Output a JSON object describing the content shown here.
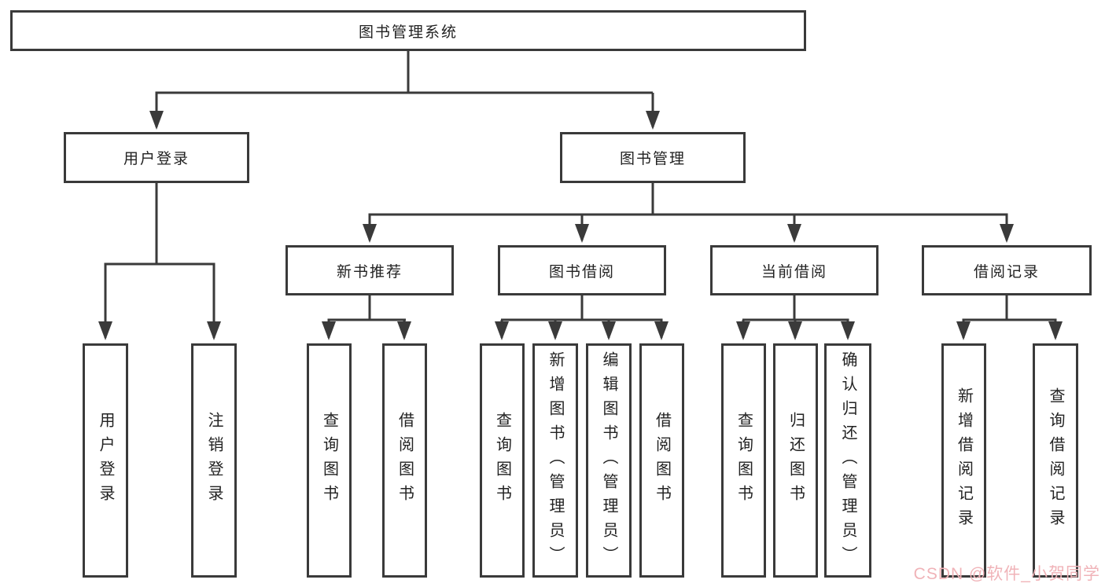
{
  "diagram": {
    "root": {
      "label": "图书管理系统"
    },
    "branches": [
      {
        "label": "用户登录",
        "children": [
          {
            "label": "用户登录"
          },
          {
            "label": "注销登录"
          }
        ]
      },
      {
        "label": "图书管理",
        "children": [
          {
            "label": "新书推荐",
            "children": [
              {
                "label": "查询图书"
              },
              {
                "label": "借阅图书"
              }
            ]
          },
          {
            "label": "图书借阅",
            "children": [
              {
                "label": "查询图书"
              },
              {
                "label": "新增图书（管理员）"
              },
              {
                "label": "编辑图书（管理员）"
              },
              {
                "label": "借阅图书"
              }
            ]
          },
          {
            "label": "当前借阅",
            "children": [
              {
                "label": "查询图书"
              },
              {
                "label": "归还图书"
              },
              {
                "label": "确认归还（管理员）"
              }
            ]
          },
          {
            "label": "借阅记录",
            "children": [
              {
                "label": "新增借阅记录"
              },
              {
                "label": "查询借阅记录"
              }
            ]
          }
        ]
      }
    ]
  },
  "watermark": {
    "text": "CSDN @软件_小贺同学"
  },
  "colors": {
    "line": "#3a3a3a",
    "text": "#222222",
    "background": "#ffffff",
    "watermark": "#f0b3b8"
  }
}
